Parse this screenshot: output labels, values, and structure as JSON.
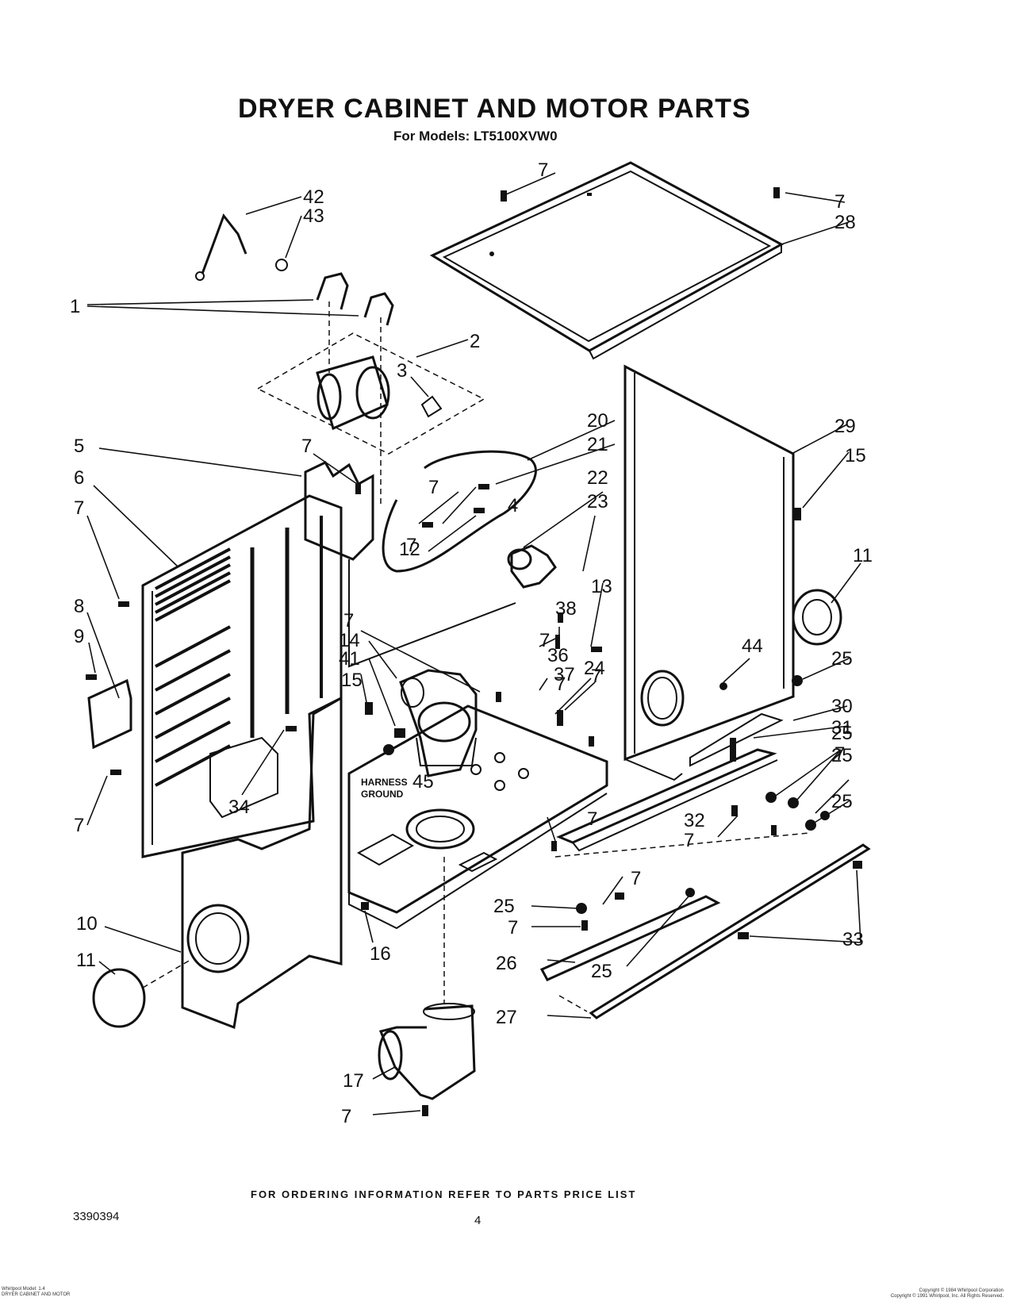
{
  "title": "DRYER CABINET AND MOTOR PARTS",
  "subtitle": "For Models: LT5100XVW0",
  "footer_note": "FOR ORDERING INFORMATION REFER TO PARTS PRICE LIST",
  "doc_number": "3390394",
  "page_number": "4",
  "fine_print_left": [
    "Whirlpool Model: 1.4",
    "DRYER CABINET AND MOTOR"
  ],
  "fine_print_right": [
    "Copyright © 1984 Whirlpool Corporation",
    "Copyright © 1991 Whirlpool, Inc. All Rights Reserved."
  ],
  "harness_ground_label": [
    "HARNESS",
    "GROUND"
  ],
  "callouts": [
    "42",
    "43",
    "1",
    "2",
    "3",
    "5",
    "6",
    "7",
    "7",
    "7",
    "7",
    "7",
    "7",
    "7",
    "7",
    "7",
    "7",
    "7",
    "7",
    "7",
    "7",
    "7",
    "7",
    "7",
    "8",
    "9",
    "10",
    "11",
    "11",
    "12",
    "13",
    "14",
    "15",
    "15",
    "16",
    "17",
    "20",
    "21",
    "4",
    "22",
    "23",
    "24",
    "25",
    "25",
    "25",
    "25",
    "25",
    "25",
    "26",
    "27",
    "28",
    "29",
    "30",
    "31",
    "32",
    "33",
    "34",
    "36",
    "37",
    "38",
    "41",
    "44",
    "45"
  ]
}
